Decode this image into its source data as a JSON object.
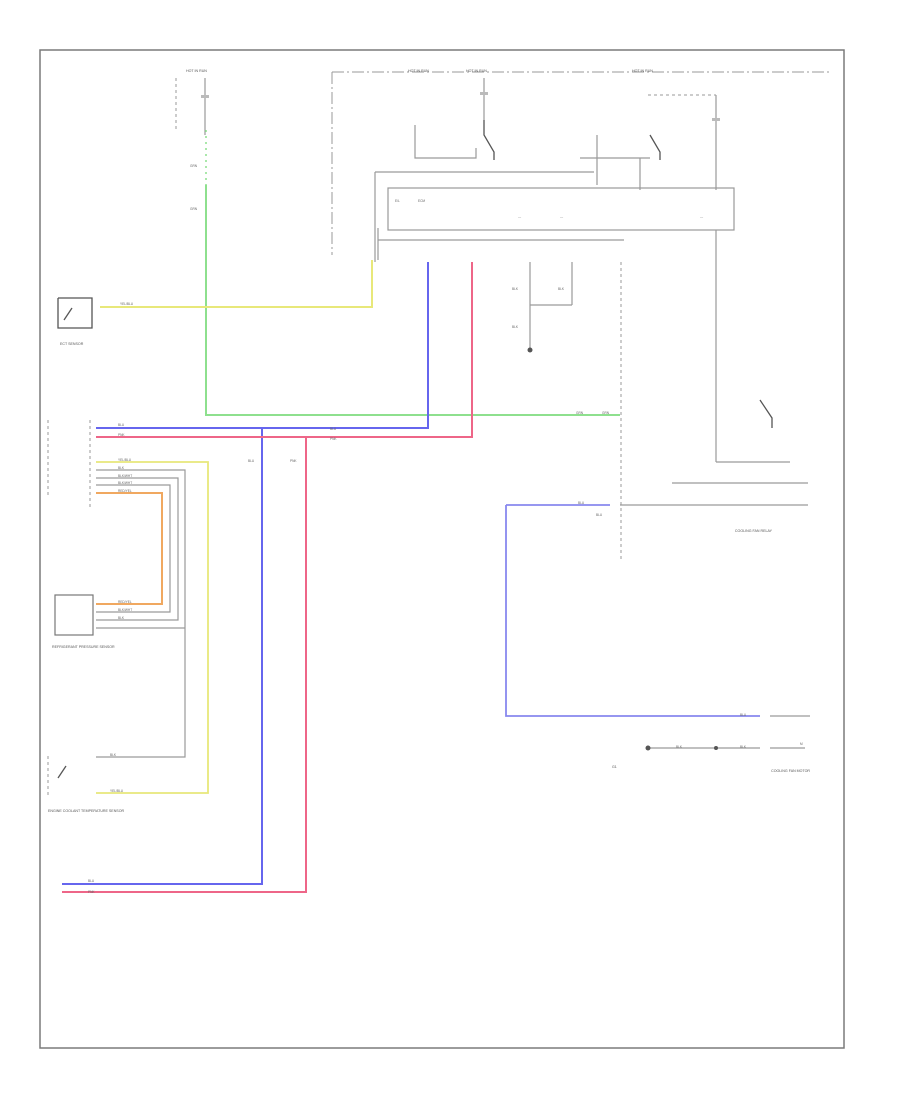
{
  "diagram": {
    "footer_code": "",
    "colors": {
      "border": "#7a7a7a",
      "wire_green": "#8ee08e",
      "wire_yellow": "#e8e87a",
      "wire_blue": "#6666ee",
      "wire_pink": "#ee6688",
      "wire_orange": "#f0a860",
      "wire_gray": "#9a9a9a"
    },
    "labels": {
      "top_left_fuse": "HOT IN RUN",
      "top_mid_left": "HOT IN RUN",
      "top_mid": "HOT IN RUN",
      "top_right": "HOT IN RUN",
      "ecm_left_sensor": "ECT SENSOR",
      "engine_coolant_temp": "ENGINE COOLANT TEMPERATURE SENSOR",
      "refrigerant_pressure": "REFRIGERANT PRESSURE SENSOR",
      "cooling_fan_relay": "COOLING FAN RELAY",
      "cooling_fan_motor": "COOLING FAN MOTOR",
      "ground": "G1"
    }
  }
}
